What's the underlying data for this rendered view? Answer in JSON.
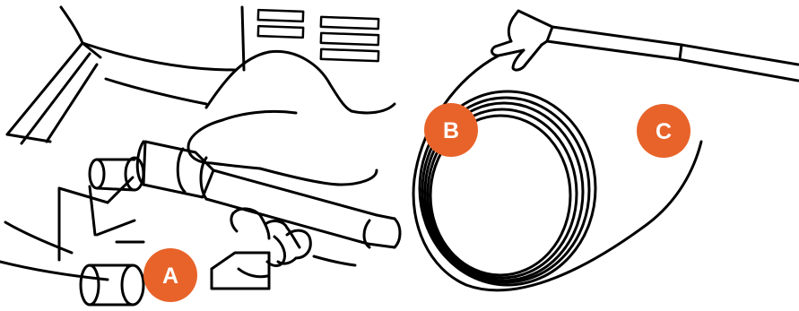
{
  "callouts": [
    {
      "letter": "A"
    },
    {
      "letter": "B"
    },
    {
      "letter": "C"
    }
  ],
  "colors": {
    "callout_fill": "#E8632A",
    "callout_text": "#FFFFFF",
    "line_ink": "#000000",
    "background": "#FFFFFF"
  }
}
